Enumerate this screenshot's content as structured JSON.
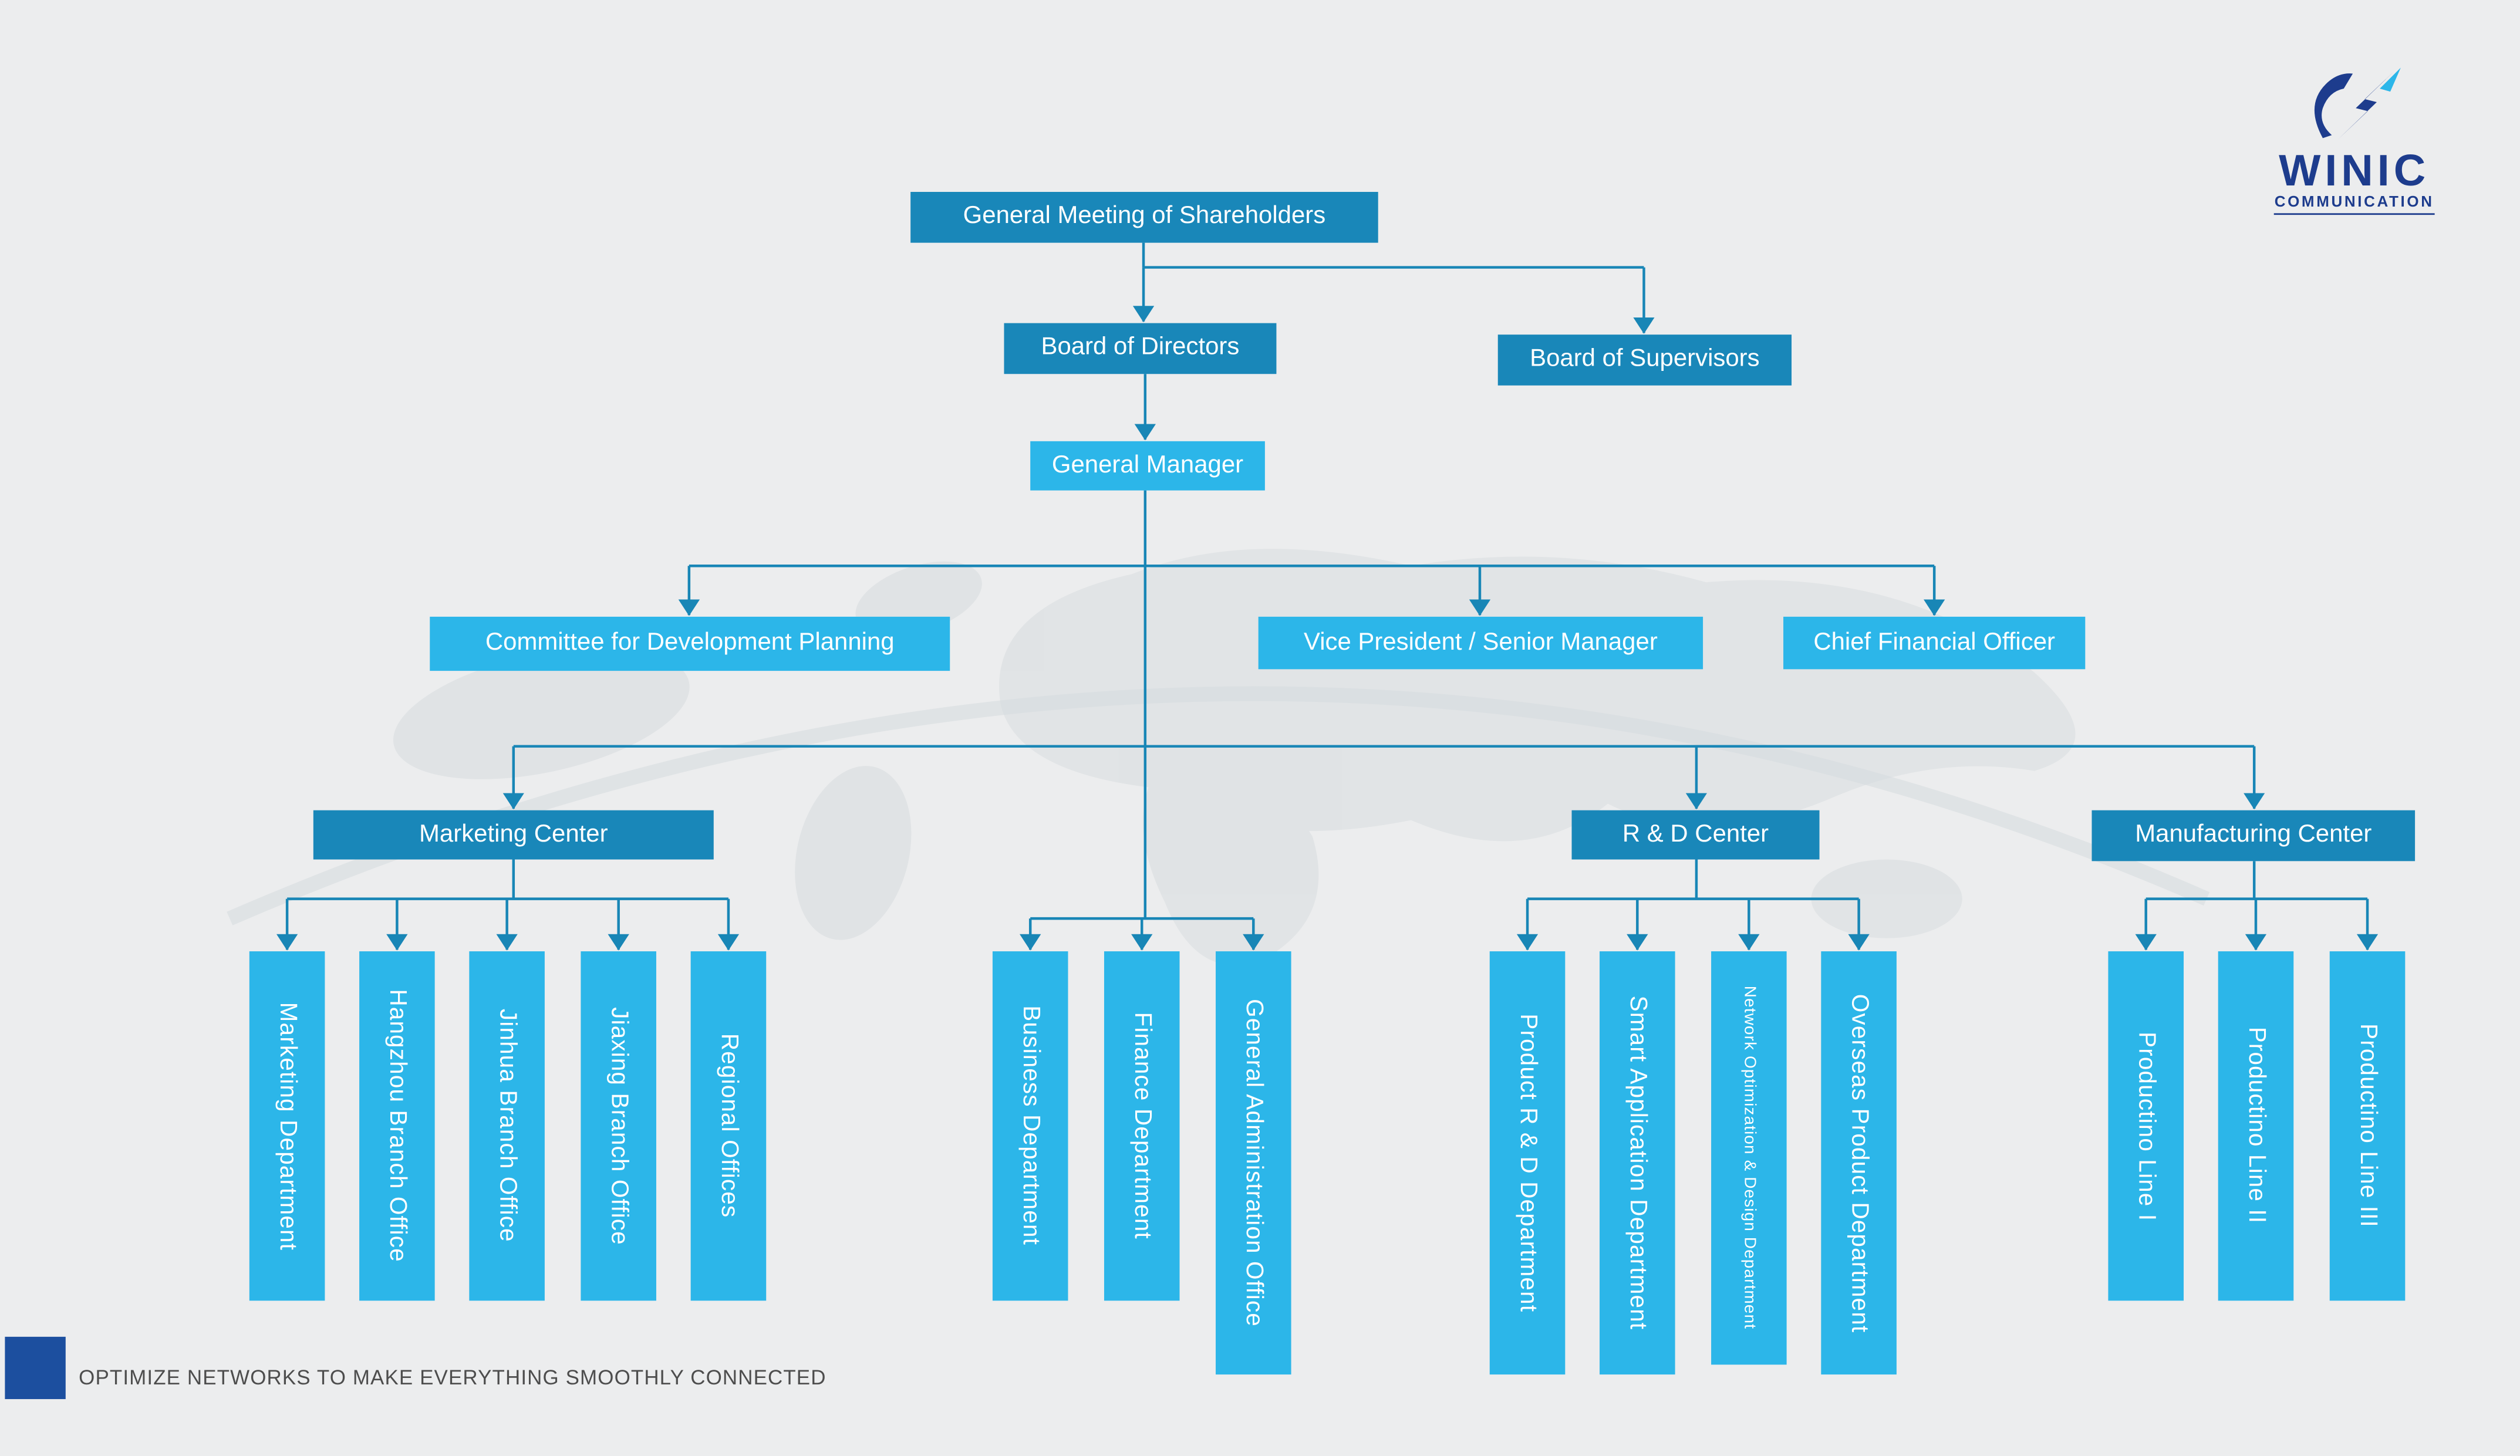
{
  "colors": {
    "box_dark": "#1987b9",
    "box_light": "#2cb6e9",
    "connector_line": "#1886b6",
    "logo_navy": "#1d3c8d",
    "footer_accent_square": "#1c4f9f",
    "background": "#ecedee",
    "tagline_text": "#4d4d4d"
  },
  "logo": {
    "name": "WINIC",
    "subtitle": "COMMUNICATION"
  },
  "footer": {
    "tagline": "OPTIMIZE NETWORKS TO MAKE EVERYTHING SMOOTHLY CONNECTED"
  },
  "org": {
    "shareholders": "General Meeting of Shareholders",
    "board_directors": "Board of Directors",
    "board_supervisors": "Board of Supervisors",
    "general_manager": "General Manager",
    "committee": "Committee for Development Planning",
    "vice_president": "Vice President / Senior Manager",
    "cfo": "Chief Financial Officer",
    "marketing_center": "Marketing Center",
    "rd_center": "R & D Center",
    "manufacturing_center": "Manufacturing Center",
    "marketing_departments": [
      "Marketing Department",
      "Hangzhou Branch Office",
      "Jinhua Branch Office",
      "Jiaxing Branch Office",
      "Regional Offices"
    ],
    "admin_departments": [
      "Business Department",
      "Finance Department",
      "General Administration Office"
    ],
    "rd_departments": [
      "Product R & D Department",
      "Smart Application Department",
      "Network Optimization & Design Department",
      "Overseas Product Department"
    ],
    "manufacturing_departments": [
      "Productino Line I",
      "Productino Line II",
      "Productino Line III"
    ]
  }
}
